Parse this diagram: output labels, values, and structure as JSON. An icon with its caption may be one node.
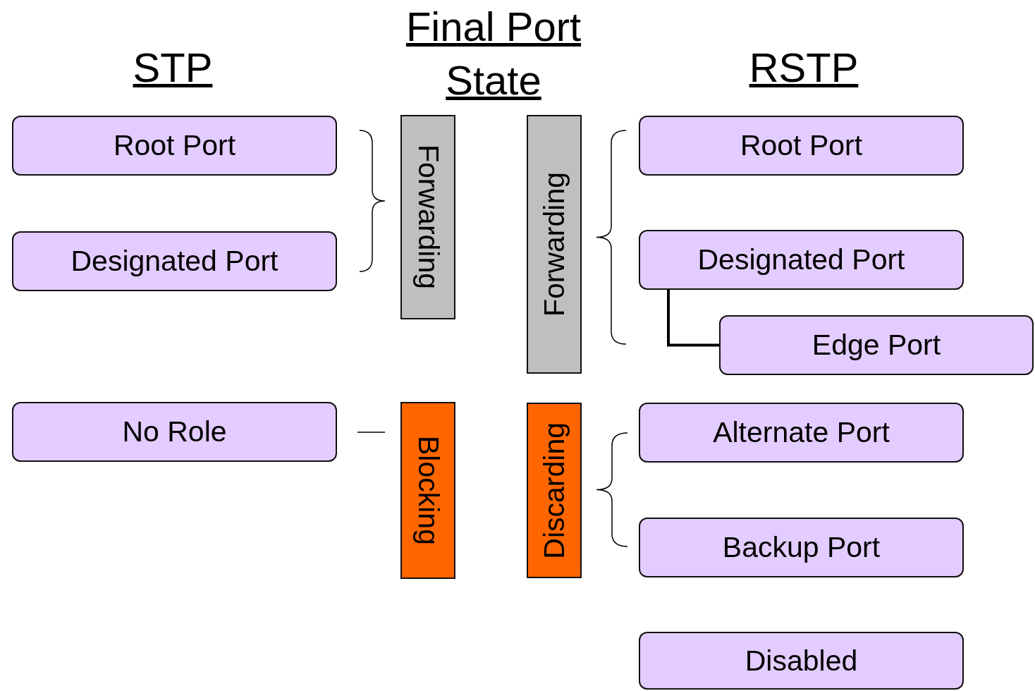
{
  "diagram": {
    "nodes": [
      {
        "text": [
          "Root Port"
        ]
      },
      {
        "text": [
          "Designated Port"
        ]
      },
      {
        "text": [
          "No Role"
        ]
      },
      {
        "text": [
          "Forwarding"
        ]
      },
      {
        "text": [
          "Blocking"
        ]
      },
      {
        "text": [
          "Forwarding"
        ]
      },
      {
        "text": [
          "Discarding"
        ]
      },
      {
        "text": [
          "Root Port"
        ]
      },
      {
        "text": [
          "Designated Port"
        ]
      },
      {
        "text": [
          "Edge Port"
        ]
      },
      {
        "text": [
          "Alternate Port"
        ]
      },
      {
        "text": [
          "Backup Port"
        ]
      },
      {
        "text": [
          "Disabled"
        ]
      }
    ],
    "edges": [
      {
        "from": 8,
        "to": 9,
        "arrow": "none"
      }
    ],
    "labels": [
      "STP",
      "Final Port State",
      "RSTP"
    ]
  }
}
